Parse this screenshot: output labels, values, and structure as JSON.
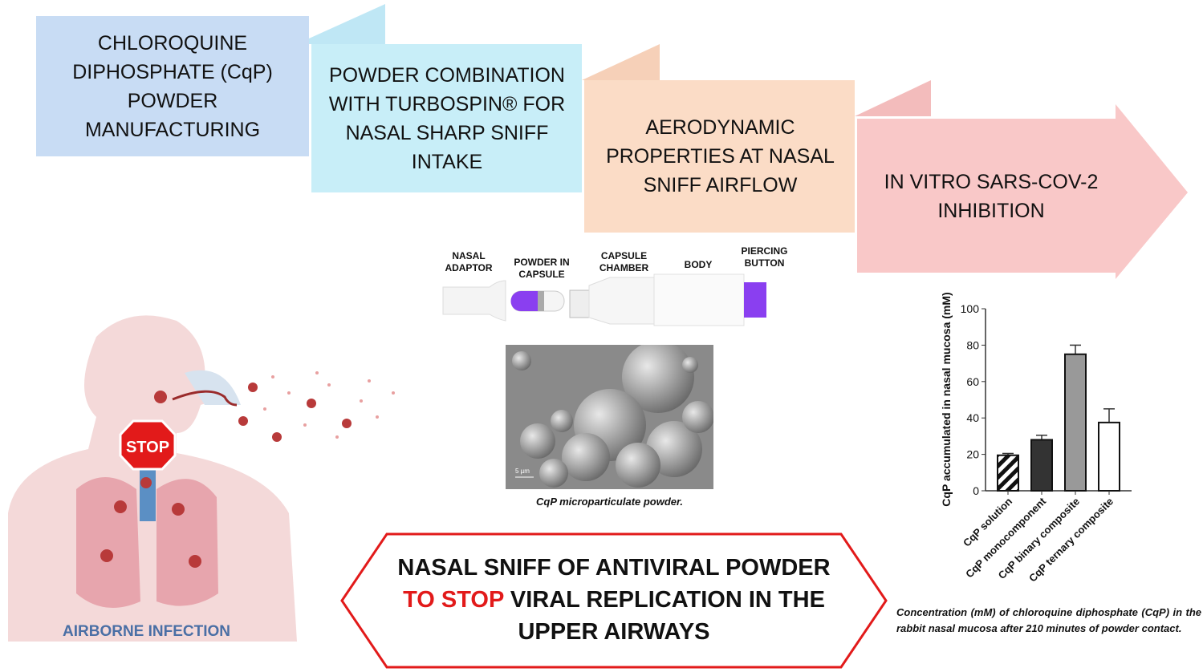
{
  "steps": [
    {
      "text": "CHLOROQUINE DIPHOSPHATE (CqP) POWDER MANUFACTURING",
      "color": "#c8dcf4"
    },
    {
      "text": "POWDER COMBINATION WITH TURBOSPIN® FOR NASAL SHARP SNIFF INTAKE",
      "color": "#c8eef8"
    },
    {
      "text": "AERODYNAMIC PROPERTIES AT NASAL SNIFF AIRFLOW",
      "color": "#fbdcc6"
    },
    {
      "text": "IN VITRO SARS-COV-2 INHIBITION",
      "color": "#f9c8c8"
    }
  ],
  "device": {
    "labels": [
      "NASAL ADAPTOR",
      "POWDER IN CAPSULE",
      "CAPSULE CHAMBER",
      "BODY",
      "PIERCING BUTTON"
    ],
    "accent": "#8a3ff0"
  },
  "micrograph": {
    "caption": "CqP microparticulate powder.",
    "scale": "5 µm"
  },
  "person": {
    "stop": "STOP",
    "label": "AIRBORNE INFECTION"
  },
  "banner": {
    "line1": "NASAL SNIFF OF ANTIVIRAL POWDER",
    "highlight": "TO STOP",
    "line2_rest": " VIRAL REPLICATION IN THE",
    "line3": "UPPER AIRWAYS",
    "highlight_color": "#e21a1a"
  },
  "chart_data": {
    "type": "bar",
    "categories": [
      "CqP solution",
      "CqP monocomponent",
      "CqP binary composite",
      "CqP ternary composite"
    ],
    "values": [
      19.5,
      28,
      75,
      37.5
    ],
    "errors": [
      1,
      2.5,
      5,
      7.5
    ],
    "fills": [
      "hatched",
      "#333333",
      "#999999",
      "#ffffff"
    ],
    "ylabel": "CqP accumulated in nasal mucosa (mM)",
    "ylim": [
      0,
      100
    ],
    "yticks": [
      0,
      20,
      40,
      60,
      80,
      100
    ],
    "caption": "Concentration (mM) of chloroquine diphosphate (CqP) in the rabbit nasal mucosa after 210 minutes of powder contact."
  }
}
